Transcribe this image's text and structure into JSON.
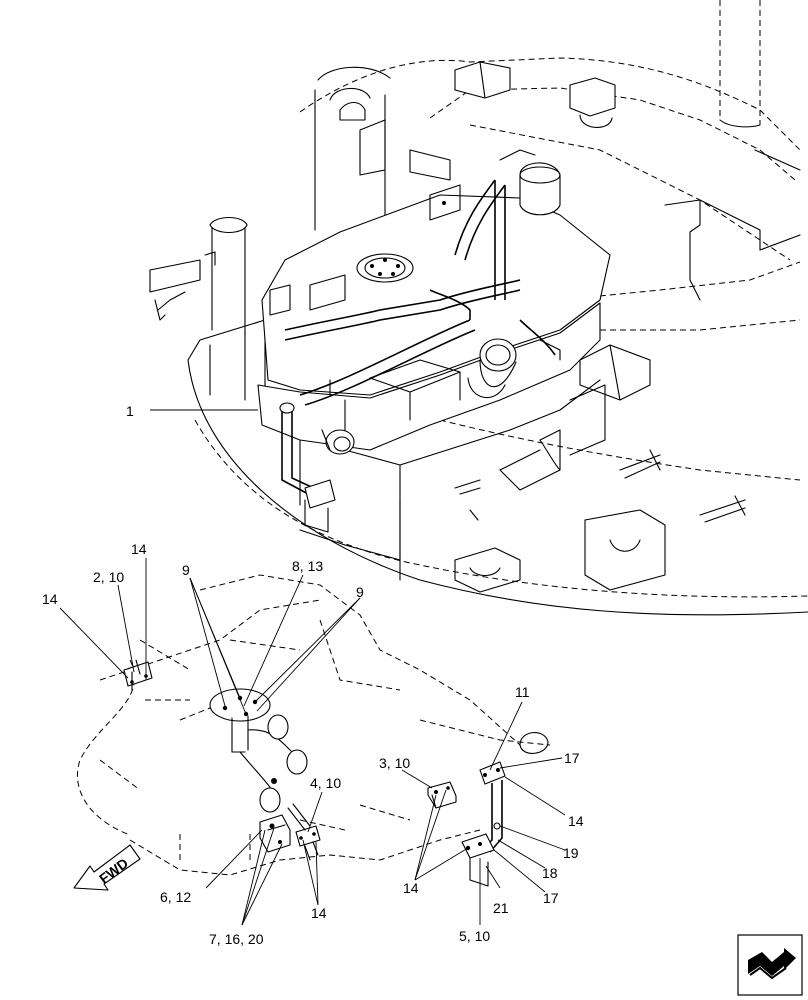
{
  "callouts": {
    "c1": "1",
    "c14a": "14",
    "c14b": "14",
    "c2_10": "2, 10",
    "c9a": "9",
    "c8_13": "8, 13",
    "c9b": "9",
    "c11": "11",
    "c3_10": "3, 10",
    "c17a": "17",
    "c14c": "14",
    "c4_10": "4, 10",
    "c19": "19",
    "c18": "18",
    "c6_12": "6, 12",
    "c14d": "14",
    "c14e": "14",
    "c17b": "17",
    "c21": "21",
    "c7_16_20": "7, 16, 20",
    "c5_10": "5, 10"
  },
  "direction_arrow": {
    "label": "FWD"
  },
  "nav_icon": "page-turn-arrow-icon"
}
